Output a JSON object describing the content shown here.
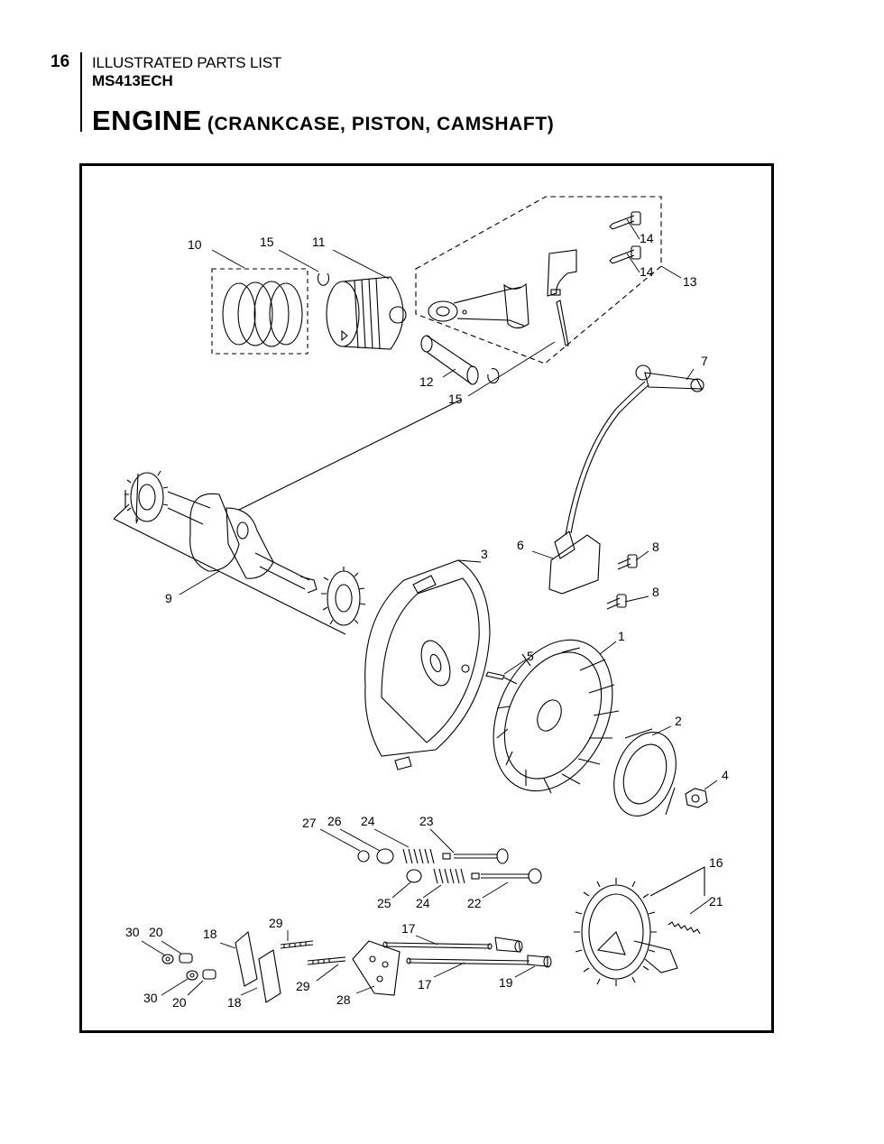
{
  "header": {
    "page_number": "16",
    "section": "ILLUSTRATED PARTS LIST",
    "model": "MS413ECH",
    "title_main": "ENGINE",
    "title_sub": "(CRANKCASE, PISTON, CAMSHAFT)"
  },
  "diagram": {
    "callouts": {
      "c10": "10",
      "c15a": "15",
      "c11": "11",
      "c14a": "14",
      "c14b": "14",
      "c13": "13",
      "c12": "12",
      "c15b": "15",
      "c7": "7",
      "c3": "3",
      "c6": "6",
      "c8a": "8",
      "c8b": "8",
      "c9": "9",
      "c1": "1",
      "c5": "5",
      "c2": "2",
      "c4": "4",
      "c27": "27",
      "c26": "26",
      "c24a": "24",
      "c23": "23",
      "c25": "25",
      "c24b": "24",
      "c22": "22",
      "c16": "16",
      "c21": "21",
      "c30a": "30",
      "c20a": "20",
      "c18a": "18",
      "c29a": "29",
      "c17a": "17",
      "c30b": "30",
      "c20b": "20",
      "c18b": "18",
      "c29b": "29",
      "c28": "28",
      "c17b": "17",
      "c19": "19"
    }
  }
}
